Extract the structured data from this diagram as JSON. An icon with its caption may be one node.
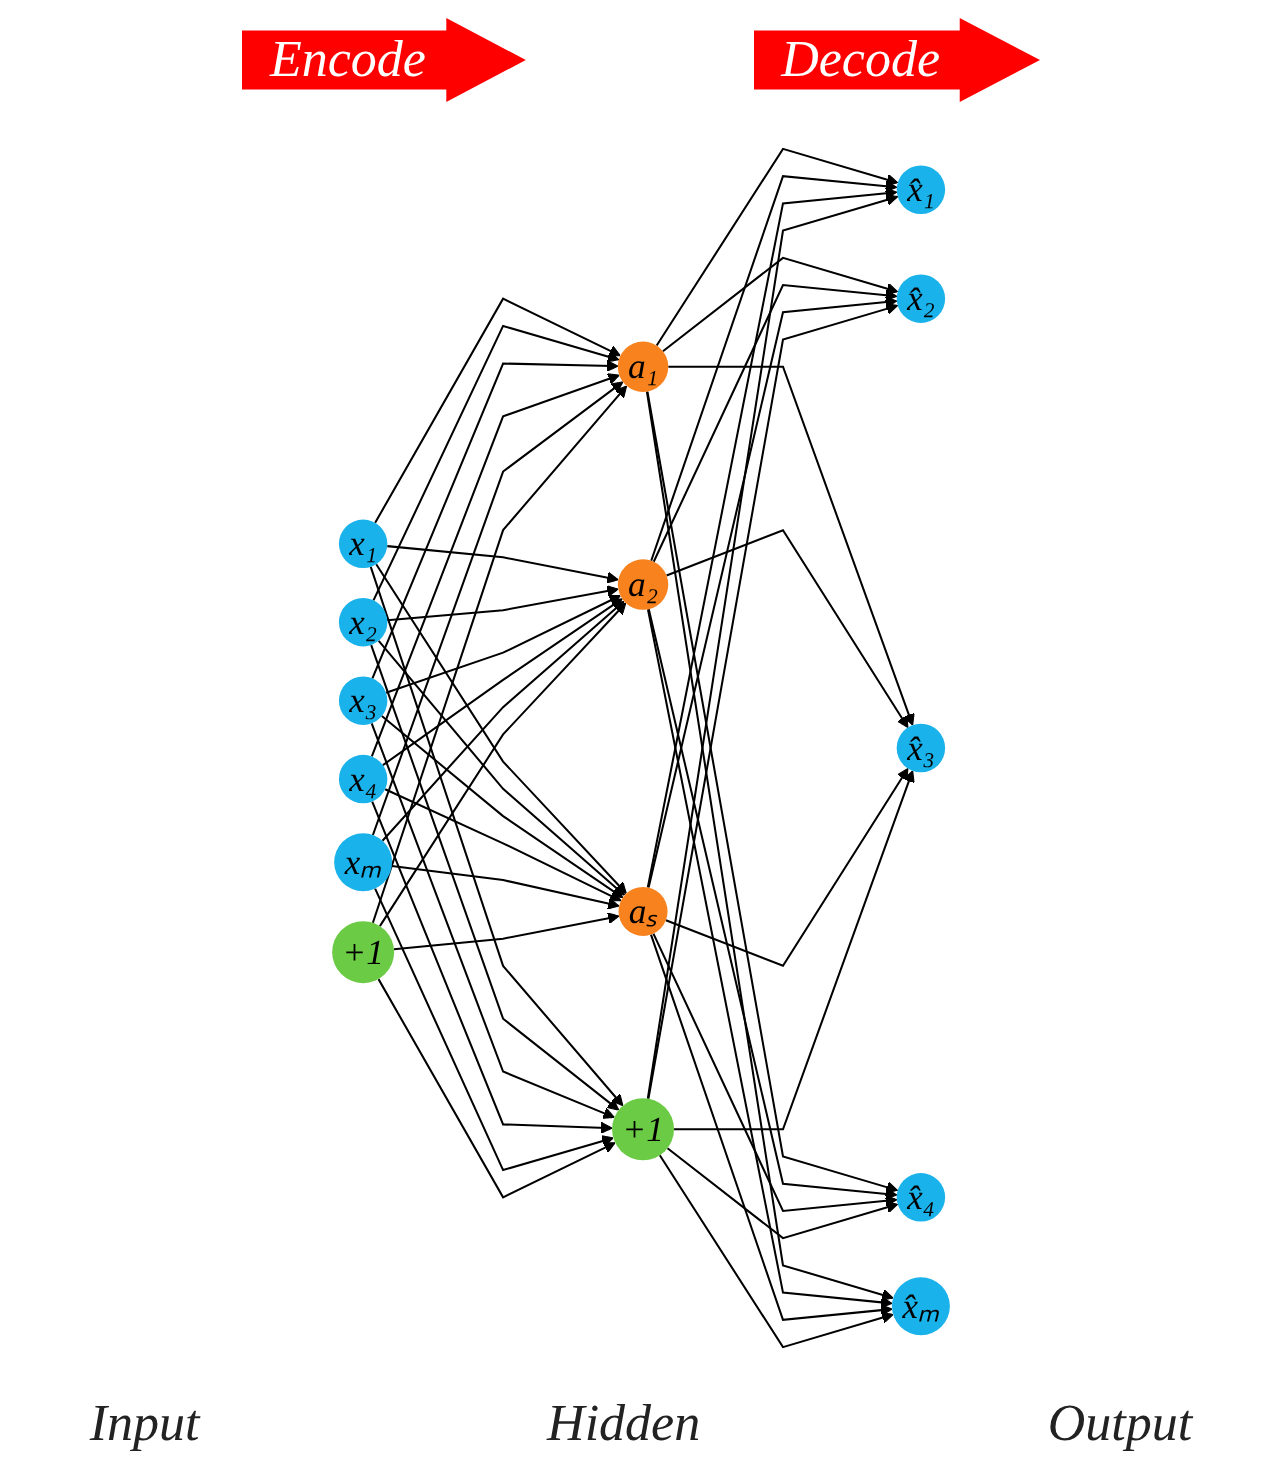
{
  "diagram": {
    "nodes": [
      {
        "text": [
          "x₁"
        ]
      },
      {
        "text": [
          "x₂"
        ]
      },
      {
        "text": [
          "x₃"
        ]
      },
      {
        "text": [
          "x₄"
        ]
      },
      {
        "text": [
          "xₘ"
        ]
      },
      {
        "text": [
          "+1"
        ]
      },
      {
        "text": [
          "a₁"
        ]
      },
      {
        "text": [
          "a₂"
        ]
      },
      {
        "text": [
          "aₛ"
        ]
      },
      {
        "text": [
          "+1"
        ]
      },
      {
        "text": [
          "x̂₁"
        ]
      },
      {
        "text": [
          "x̂₂"
        ]
      },
      {
        "text": [
          "x̂₃"
        ]
      },
      {
        "text": [
          "x̂₄"
        ]
      },
      {
        "text": [
          "x̂ₘ"
        ]
      }
    ],
    "edges": [
      {
        "from": 0,
        "to": 6,
        "arrow": "to"
      },
      {
        "from": 0,
        "to": 7,
        "arrow": "to"
      },
      {
        "from": 0,
        "to": 8,
        "arrow": "to"
      },
      {
        "from": 0,
        "to": 9,
        "arrow": "to"
      },
      {
        "from": 1,
        "to": 6,
        "arrow": "to"
      },
      {
        "from": 1,
        "to": 7,
        "arrow": "to"
      },
      {
        "from": 1,
        "to": 8,
        "arrow": "to"
      },
      {
        "from": 1,
        "to": 9,
        "arrow": "to"
      },
      {
        "from": 2,
        "to": 6,
        "arrow": "to"
      },
      {
        "from": 2,
        "to": 7,
        "arrow": "to"
      },
      {
        "from": 2,
        "to": 8,
        "arrow": "to"
      },
      {
        "from": 2,
        "to": 9,
        "arrow": "to"
      },
      {
        "from": 3,
        "to": 6,
        "arrow": "to"
      },
      {
        "from": 3,
        "to": 7,
        "arrow": "to"
      },
      {
        "from": 3,
        "to": 8,
        "arrow": "to"
      },
      {
        "from": 3,
        "to": 9,
        "arrow": "to"
      },
      {
        "from": 4,
        "to": 6,
        "arrow": "to"
      },
      {
        "from": 4,
        "to": 7,
        "arrow": "to"
      },
      {
        "from": 4,
        "to": 8,
        "arrow": "to"
      },
      {
        "from": 4,
        "to": 9,
        "arrow": "to"
      },
      {
        "from": 5,
        "to": 6,
        "arrow": "to"
      },
      {
        "from": 5,
        "to": 7,
        "arrow": "to"
      },
      {
        "from": 5,
        "to": 8,
        "arrow": "to"
      },
      {
        "from": 5,
        "to": 9,
        "arrow": "to"
      },
      {
        "from": 6,
        "to": 10,
        "arrow": "to"
      },
      {
        "from": 6,
        "to": 11,
        "arrow": "to"
      },
      {
        "from": 6,
        "to": 12,
        "arrow": "to"
      },
      {
        "from": 6,
        "to": 13,
        "arrow": "to"
      },
      {
        "from": 6,
        "to": 14,
        "arrow": "to"
      },
      {
        "from": 7,
        "to": 10,
        "arrow": "to"
      },
      {
        "from": 7,
        "to": 11,
        "arrow": "to"
      },
      {
        "from": 7,
        "to": 12,
        "arrow": "to"
      },
      {
        "from": 7,
        "to": 13,
        "arrow": "to"
      },
      {
        "from": 7,
        "to": 14,
        "arrow": "to"
      },
      {
        "from": 8,
        "to": 10,
        "arrow": "to"
      },
      {
        "from": 8,
        "to": 11,
        "arrow": "to"
      },
      {
        "from": 8,
        "to": 12,
        "arrow": "to"
      },
      {
        "from": 8,
        "to": 13,
        "arrow": "to"
      },
      {
        "from": 8,
        "to": 14,
        "arrow": "to"
      },
      {
        "from": 9,
        "to": 10,
        "arrow": "to"
      },
      {
        "from": 9,
        "to": 11,
        "arrow": "to"
      },
      {
        "from": 9,
        "to": 12,
        "arrow": "to"
      },
      {
        "from": 9,
        "to": 13,
        "arrow": "to"
      },
      {
        "from": 9,
        "to": 14,
        "arrow": "to"
      }
    ],
    "labels": [
      "Encode",
      "Decode",
      "Input",
      "Hidden",
      "Output"
    ]
  }
}
